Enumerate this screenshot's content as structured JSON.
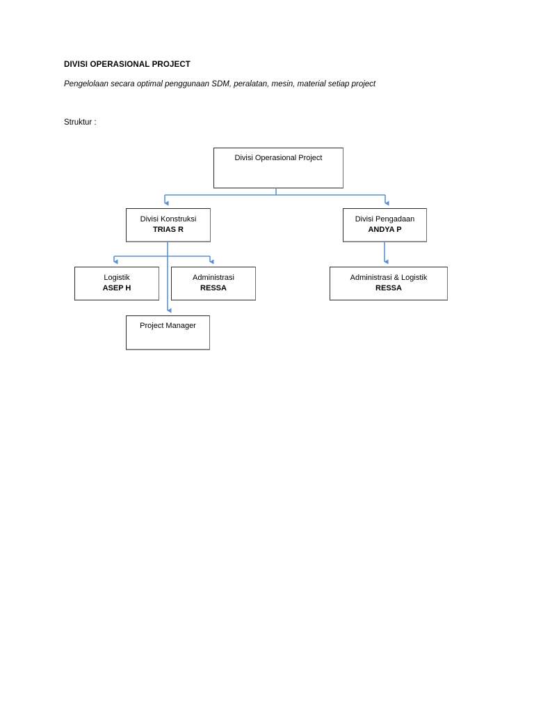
{
  "document": {
    "heading": "DIVISI OPERASIONAL PROJECT",
    "subtitle": "Pengelolaan secara optimal penggunaan SDM, peralatan, mesin, material setiap project",
    "struktur_label": "Struktur :"
  },
  "colors": {
    "connector": "#5B8FD4",
    "box_border": "#2b2b2b",
    "box_shadow": "#8d8d8d",
    "text": "#000000",
    "page_background": "#ffffff"
  },
  "chart": {
    "nodes": {
      "root": {
        "title": "Divisi Operasional Project",
        "person": ""
      },
      "konstruksi": {
        "title": "Divisi Konstruksi",
        "person": "TRIAS R"
      },
      "pengadaan": {
        "title": "Divisi Pengadaan",
        "person": "ANDYA P"
      },
      "logistik": {
        "title": "Logistik",
        "person": "ASEP H"
      },
      "administrasi": {
        "title": "Administrasi",
        "person": "RESSA"
      },
      "admin_logistik": {
        "title": "Administrasi & Logistik",
        "person": "RESSA"
      },
      "project_manager": {
        "title": "Project Manager",
        "person": ""
      }
    }
  }
}
